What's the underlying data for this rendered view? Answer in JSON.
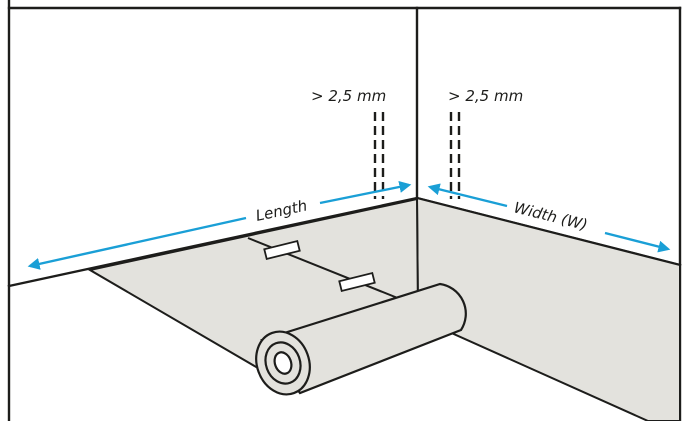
{
  "labels": {
    "gap_left": "> 2,5 mm",
    "gap_right": "> 2,5 mm",
    "length": "Length",
    "width": "Width (W)"
  },
  "colors": {
    "outline": "#1d1d1b",
    "underlay": "#e3e2dd",
    "arrow": "#1a9fd6",
    "background": "#ffffff"
  }
}
